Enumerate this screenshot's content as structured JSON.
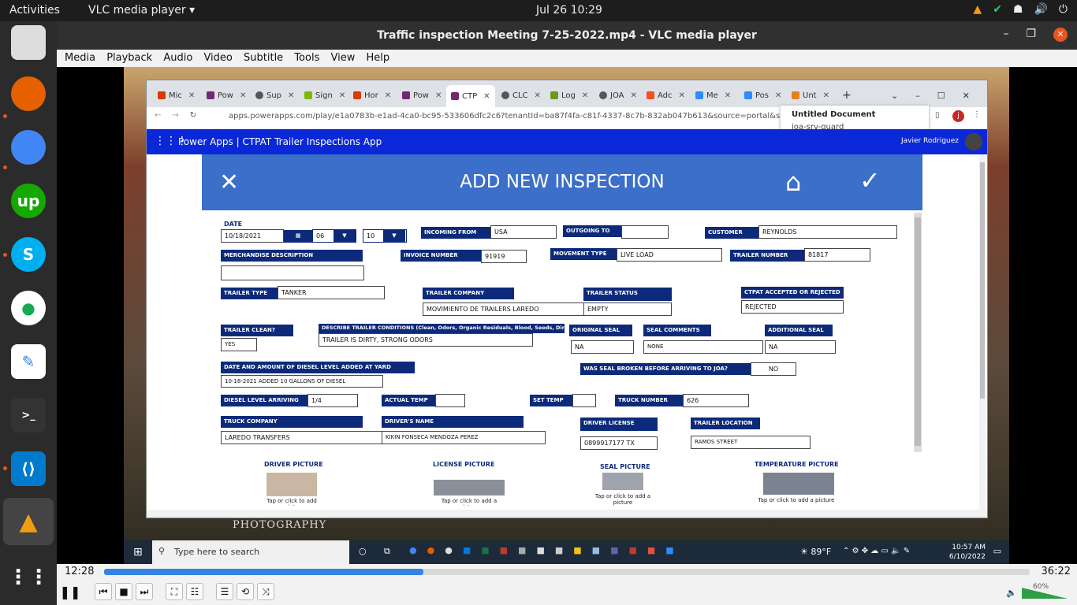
{
  "topbar": {
    "activities": "Activities",
    "app_name": "VLC media player ▾",
    "clock": "Jul 26  10:29"
  },
  "vlc": {
    "title": "Traffic inspection Meeting 7-25-2022.mp4 - VLC media player",
    "menu": [
      "Media",
      "Playback",
      "Audio",
      "Video",
      "Subtitle",
      "Tools",
      "View",
      "Help"
    ],
    "time_elapsed": "12:28",
    "time_total": "36:22",
    "progress": 0.345,
    "volume": "60%"
  },
  "browser": {
    "tabs": [
      "Mic",
      "Pow",
      "Sup",
      "Sign",
      "Hor",
      "Pow",
      "CTP",
      "CLC",
      "Log",
      "JOA",
      "Adc",
      "Me",
      "Pos",
      "Unt"
    ],
    "url": "apps.powerapps.com/play/e1a0783b-e1ad-4ca0-bc95-533606dfc2c6?tenantId=ba87f4fa-c81f-4337-8c7b-832ab047b613&source=portal&screenColor=RGI",
    "tooltip_title": "Untitled Document",
    "tooltip_sub": "joa-srv-guard",
    "profile_initial": "j"
  },
  "powerapps": {
    "title": "Power Apps  |  CTPAT Trailer Inspections App",
    "user": "Javier Rodriguez"
  },
  "app": {
    "heading": "ADD NEW INSPECTION",
    "date_label": "DATE",
    "date_value": "10/18/2021",
    "hour_value": "06",
    "minute_value": "10",
    "incoming_from_label": "INCOMING FROM",
    "incoming_from_value": "USA",
    "outgoing_to_label": "OUTGOING TO",
    "outgoing_to_value": "",
    "customer_label": "CUSTOMER",
    "customer_value": "REYNOLDS",
    "merch_label": "MERCHANDISE DESCRIPTION",
    "merch_value": "",
    "invoice_label": "INVOICE NUMBER",
    "invoice_value": "91919",
    "movement_label": "MOVEMENT TYPE",
    "movement_value": "LIVE LOAD",
    "trailer_num_label": "TRAILER NUMBER",
    "trailer_num_value": "81817",
    "trailer_type_label": "TRAILER TYPE",
    "trailer_type_value": "TANKER",
    "trailer_company_label": "TRAILER COMPANY",
    "trailer_company_value": "MOVIMIENTO DE TRAILERS LAREDO",
    "trailer_status_label": "TRAILER STATUS",
    "trailer_status_value": "EMPTY",
    "ctpat_label": "CTPAT ACCEPTED OR REJECTED",
    "ctpat_value": "REJECTED",
    "clean_label": "TRAILER CLEAN?",
    "clean_value": "YES",
    "conditions_label": "DESCRIBE TRAILER CONDITIONS (Clean, Odors, Organic Residuals, Blood, Seeds, Dirty)",
    "conditions_value": "TRAILER IS DIRTY, STRONG ODORS",
    "orig_seal_label": "ORIGINAL SEAL",
    "orig_seal_value": "NA",
    "seal_comments_label": "SEAL COMMENTS",
    "seal_comments_value": "NONE",
    "add_seal_label": "ADDITIONAL SEAL",
    "add_seal_value": "NA",
    "diesel_label": "DATE AND AMOUNT OF DIESEL LEVEL ADDED AT YARD",
    "diesel_value": "10-18-2021 ADDED 10 GALLONS OF DIESEL",
    "seal_broken_label": "WAS SEAL BROKEN BEFORE ARRIVING TO JOA?",
    "seal_broken_value": "NO",
    "diesel_arr_label": "DIESEL LEVEL ARRIVING",
    "diesel_arr_value": "1/4",
    "actual_temp_label": "ACTUAL TEMP",
    "actual_temp_value": "",
    "set_temp_label": "SET TEMP",
    "set_temp_value": "",
    "truck_num_label": "TRUCK NUMBER",
    "truck_num_value": "626",
    "truck_company_label": "TRUCK COMPANY",
    "truck_company_value": "LAREDO TRANSFERS",
    "driver_name_label": "DRIVER'S NAME",
    "driver_name_value": "KIKIN FONSECA MENDOZA PEREZ",
    "license_label": "DRIVER LICENSE",
    "license_value": "0899917177 TX",
    "location_label": "TRAILER LOCATION",
    "location_value": "RAMOS STREET",
    "driver_pic_label": "DRIVER PICTURE",
    "license_pic_label": "LICENSE PICTURE",
    "seal_pic_label": "SEAL PICTURE",
    "temp_pic_label": "TEMPERATURE PICTURE",
    "tap_text": "Tap or click to add a picture"
  },
  "windows": {
    "search_placeholder": "Type here to search",
    "weather": "89°F",
    "time": "10:57 AM",
    "date": "6/10/2022"
  },
  "colors": {
    "pa_blue": "#0a28d8",
    "header_blue": "#3b6fc9",
    "label_navy": "#0d2a7a"
  }
}
